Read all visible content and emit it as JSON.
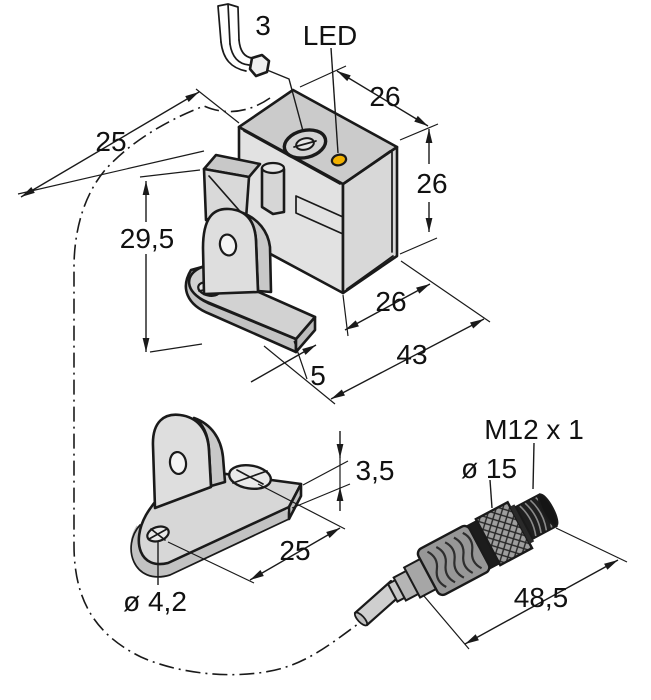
{
  "drawing": {
    "type": "technical-dimension-drawing",
    "subject": "inductive proximity sensor with mounting bracket and M12 connector cable"
  },
  "labels": {
    "hex_key_size": "3",
    "led": "LED",
    "top_width": "26",
    "side_height": "26",
    "bottom_depth": "26",
    "overall_length": "43",
    "foot_offset": "5",
    "upper_left_width": "25",
    "bracket_height": "29,5",
    "plate_thickness": "3,5",
    "bracket_hole_spacing": "25",
    "bracket_hole_diameter": "ø 4,2",
    "connector_thread": "M12 x 1",
    "connector_diameter": "ø 15",
    "connector_length": "48,5"
  },
  "colors": {
    "led": "#F2B100",
    "line": "#1A1A1A",
    "body_top": "#CBCBCB",
    "body_right": "#D8D8D8",
    "body_left": "#E2E2E2",
    "connector_dark": "#1C1C1C",
    "connector_grip": "#979797",
    "connector_knurl": "#9E9E9E",
    "cable": "#CFCFCF"
  }
}
